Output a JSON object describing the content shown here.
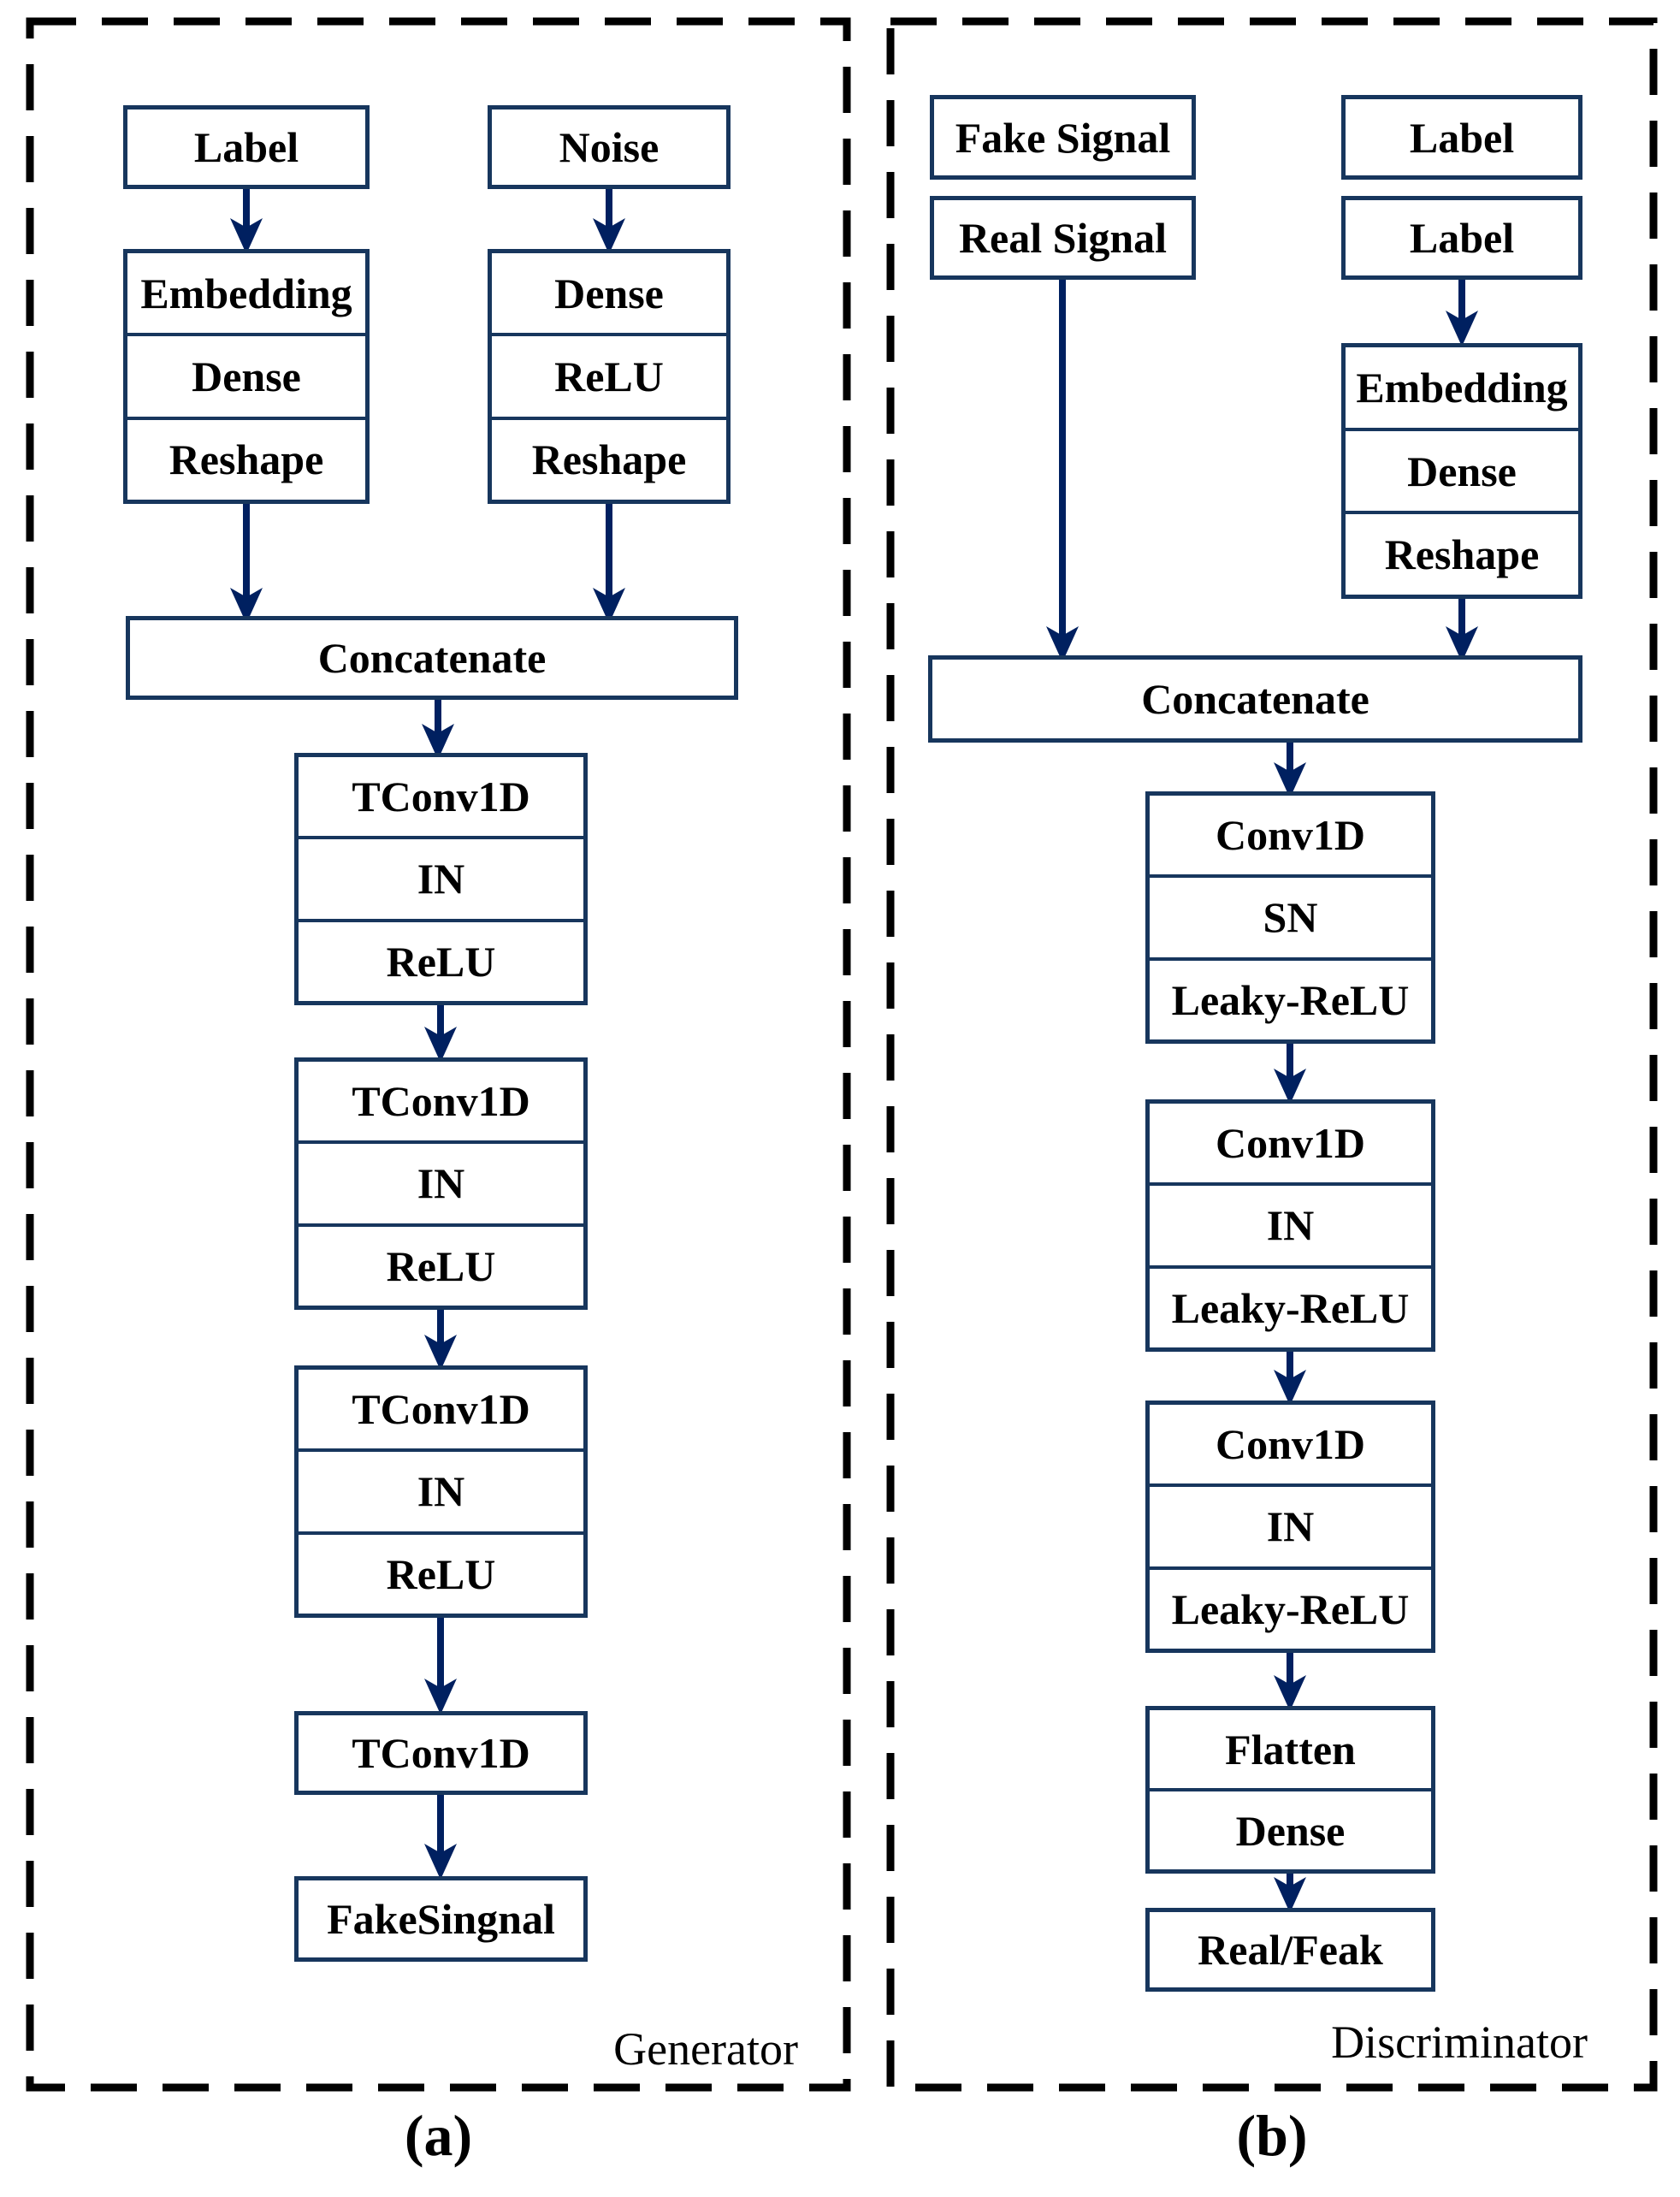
{
  "colors": {
    "box_border": "#17365d",
    "arrow": "#002060",
    "frame": "#000000",
    "text": "#000000"
  },
  "generator": {
    "inputs": {
      "label": "Label",
      "noise": "Noise"
    },
    "label_branch": [
      "Embedding",
      "Dense",
      "Reshape"
    ],
    "noise_branch": [
      "Dense",
      "ReLU",
      "Reshape"
    ],
    "concatenate": "Concatenate",
    "blocks": [
      [
        "TConv1D",
        "IN",
        "ReLU"
      ],
      [
        "TConv1D",
        "IN",
        "ReLU"
      ],
      [
        "TConv1D",
        "IN",
        "ReLU"
      ]
    ],
    "output_layer": "TConv1D",
    "output": "FakeSingnal",
    "corner_label": "Generator",
    "caption": "(a)"
  },
  "discriminator": {
    "inputs": {
      "fake_signal": "Fake Signal",
      "real_signal": "Real Signal",
      "label_top": "Label",
      "label_bottom": "Label"
    },
    "label_branch": [
      "Embedding",
      "Dense",
      "Reshape"
    ],
    "concatenate": "Concatenate",
    "blocks": [
      [
        "Conv1D",
        "SN",
        "Leaky-ReLU"
      ],
      [
        "Conv1D",
        "IN",
        "Leaky-ReLU"
      ],
      [
        "Conv1D",
        "IN",
        "Leaky-ReLU"
      ]
    ],
    "head": [
      "Flatten",
      "Dense"
    ],
    "output": "Real/Feak",
    "corner_label": "Discriminator",
    "caption": "(b)"
  }
}
